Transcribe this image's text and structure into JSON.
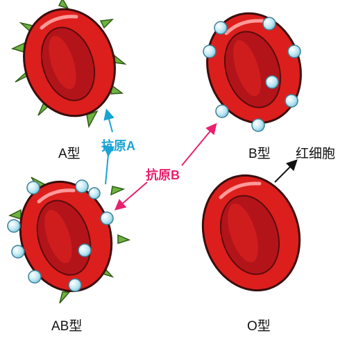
{
  "labels": {
    "type_a": "A型",
    "type_b": "B型",
    "type_ab": "AB型",
    "type_o": "O型",
    "antigen_a": "抗原A",
    "antigen_b": "抗原B",
    "red_blood_cell": "红细胞"
  },
  "colors": {
    "cell_fill": "#dc1f1c",
    "cell_dark": "#9e1111",
    "cell_outline": "#3a0d0d",
    "spike_green": "#6db33f",
    "bubble_blue": "#bfe8f3",
    "arrow_blue": "#1aa3d4",
    "arrow_pink": "#e8206e"
  }
}
